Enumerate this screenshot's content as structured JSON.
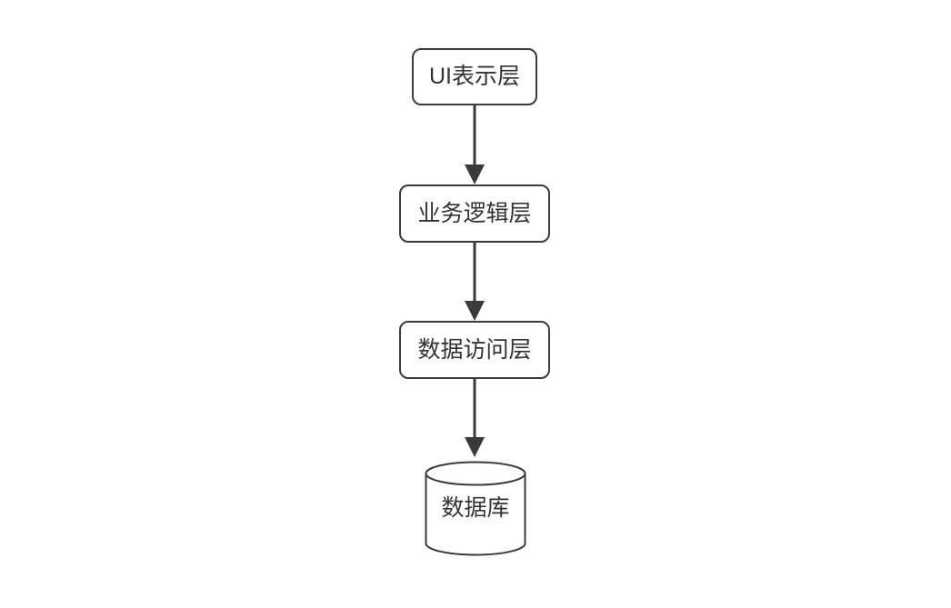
{
  "diagram": {
    "type": "flowchart",
    "direction": "top-to-bottom",
    "nodes": [
      {
        "id": "ui-layer",
        "label": "UI表示层",
        "shape": "rounded-rect"
      },
      {
        "id": "business-layer",
        "label": "业务逻辑层",
        "shape": "rounded-rect"
      },
      {
        "id": "data-access-layer",
        "label": "数据访问层",
        "shape": "rounded-rect"
      },
      {
        "id": "database",
        "label": "数据库",
        "shape": "cylinder"
      }
    ],
    "edges": [
      {
        "from": "UI表示层",
        "to": "业务逻辑层",
        "style": "solid-arrow"
      },
      {
        "from": "业务逻辑层",
        "to": "数据访问层",
        "style": "solid-arrow"
      },
      {
        "from": "数据访问层",
        "to": "数据库",
        "style": "solid-arrow"
      }
    ],
    "colors": {
      "stroke": "#3b3b3b",
      "arrow": "#3a3a3a",
      "text": "#333333",
      "node_fill": "#ffffff",
      "background": "#ffffff"
    }
  }
}
